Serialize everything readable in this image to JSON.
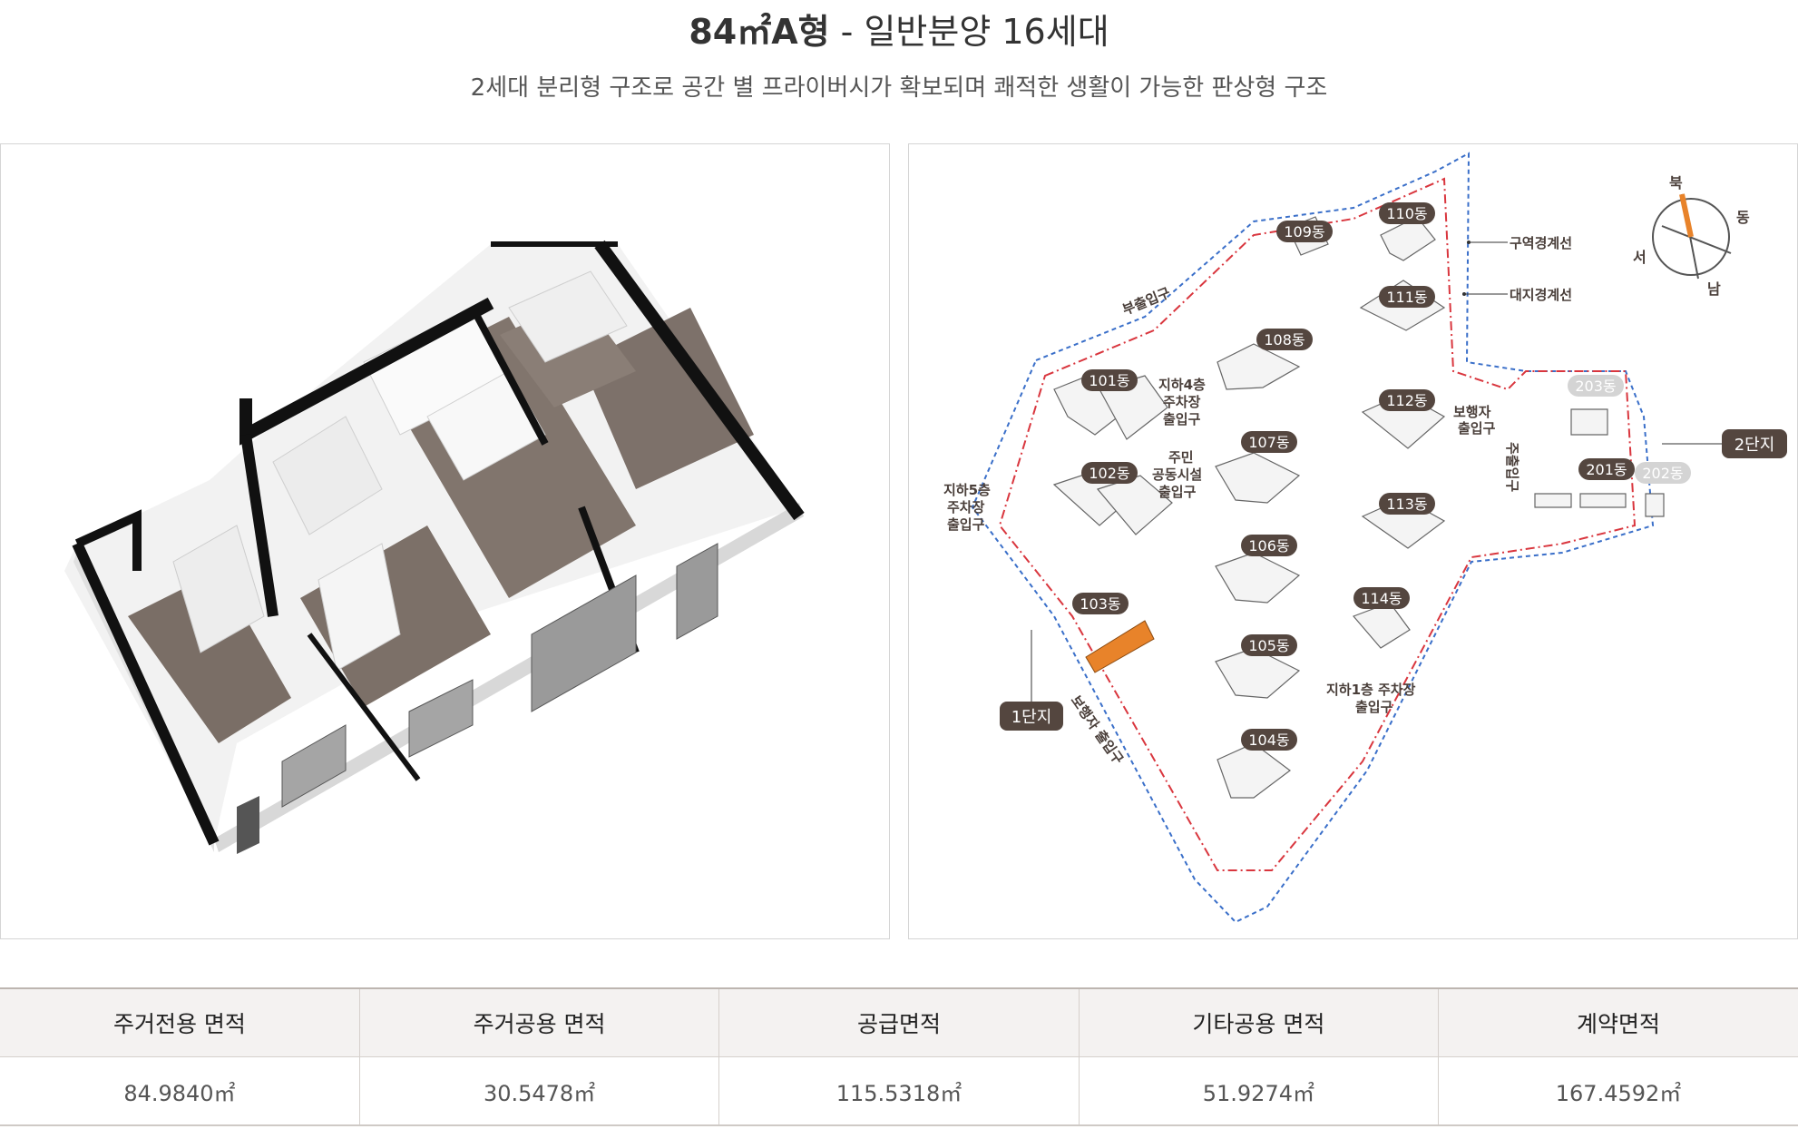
{
  "header": {
    "title_bold": "84㎡A형",
    "title_rest": " - 일반분양 16세대",
    "subtitle": "2세대 분리형 구조로 공간 별 프라이버시가 확보되며 쾌적한 생활이 가능한 판상형 구조"
  },
  "site_map": {
    "compass": {
      "n": "북",
      "e": "동",
      "s": "남",
      "w": "서"
    },
    "buildings": {
      "b101": "101동",
      "b102": "102동",
      "b103": "103동",
      "b104": "104동",
      "b105": "105동",
      "b106": "106동",
      "b107": "107동",
      "b108": "108동",
      "b109": "109동",
      "b110": "110동",
      "b111": "111동",
      "b112": "112동",
      "b113": "113동",
      "b114": "114동",
      "b201": "201동",
      "b202": "202동",
      "b203": "203동"
    },
    "labels": {
      "district_boundary": "구역경계선",
      "site_boundary": "대지경계선",
      "complex1": "1단지",
      "complex2": "2단지",
      "sub_entrance": "부출입구",
      "main_entrance": "주출입구",
      "ped_entrance_1": "보행자 출입구",
      "ped_entrance_2_l1": "보행자",
      "ped_entrance_2_l2": "출입구",
      "b4_parking_l1": "지하4층",
      "b4_parking_l2": "주차장",
      "b4_parking_l3": "출입구",
      "community_l1": "주민",
      "community_l2": "공동시설",
      "community_l3": "출입구",
      "b5_parking_l1": "지하5층",
      "b5_parking_l2": "주차장",
      "b5_parking_l3": "출입구",
      "b1_parking_l1": "지하1층 주차장",
      "b1_parking_l2": "출입구"
    }
  },
  "area_table": {
    "headers": [
      "주거전용 면적",
      "주거공용 면적",
      "공급면적",
      "기타공용 면적",
      "계약면적"
    ],
    "values": [
      "84.9840㎡",
      "30.5478㎡",
      "115.5318㎡",
      "51.9274㎡",
      "167.4592㎡"
    ]
  },
  "colors": {
    "highlight": "#e8832a",
    "pill": "#54463f",
    "district_line": "#d9363e",
    "site_line": "#3a6fc9"
  }
}
